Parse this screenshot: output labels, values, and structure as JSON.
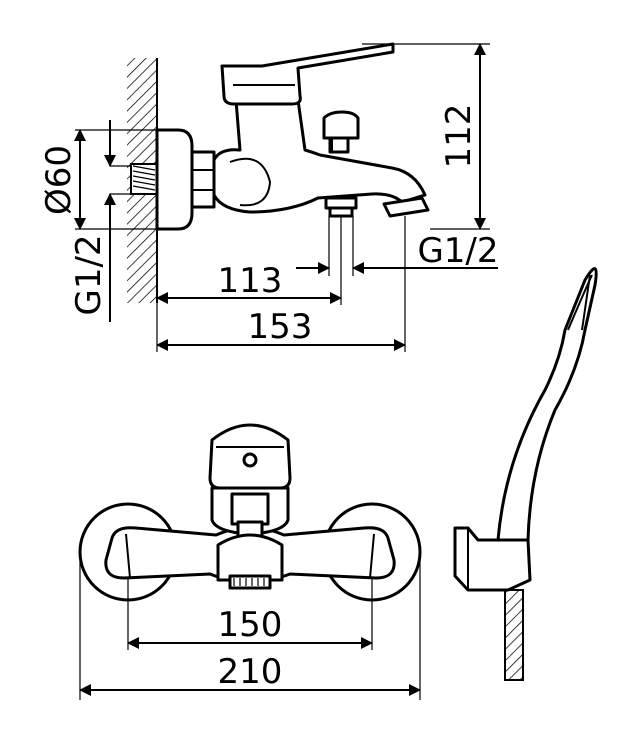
{
  "dimensions": {
    "diameter": "Ø60",
    "thread_left": "G1/2",
    "height": "112",
    "thread_right": "G1/2",
    "spout_offset": "113",
    "total_depth": "153",
    "inlet_spacing": "150",
    "total_width": "210"
  }
}
